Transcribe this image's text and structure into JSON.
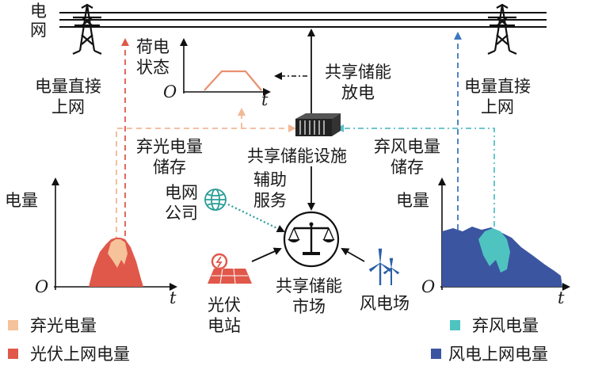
{
  "grid_label": "电\n网",
  "grid_label_chars": [
    "电",
    "网"
  ],
  "load_state": {
    "title_lines": [
      "荷电",
      "状态"
    ],
    "origin": "O",
    "t_label": "t"
  },
  "shared_discharge_lines": [
    "共享储能",
    "放电"
  ],
  "pv_direct_lines": [
    "电量直接",
    "上网"
  ],
  "wind_direct_lines": [
    "电量直接",
    "上网"
  ],
  "pv_curtailed_store_lines": [
    "弃光电量",
    "储存"
  ],
  "wind_curtailed_store_lines": [
    "弃风电量",
    "储存"
  ],
  "facility_label": "共享储能设施",
  "grid_company_lines": [
    "电网",
    "公司"
  ],
  "ancillary_lines": [
    "辅助",
    "服务"
  ],
  "market_lines": [
    "共享储能",
    "市场"
  ],
  "pv_station_lines": [
    "光伏",
    "电站"
  ],
  "wind_farm_label": "风电场",
  "pv_chart": {
    "ylabel": "电量",
    "origin": "O",
    "xlabel": "t"
  },
  "wind_chart": {
    "ylabel": "电量",
    "origin": "O",
    "xlabel": "t"
  },
  "legend": {
    "pv_curtailed": "弃光电量",
    "pv_grid": "光伏上网电量",
    "wind_curtailed": "弃风电量",
    "wind_grid": "风电上网电量"
  },
  "colors": {
    "pv_curtailed": "#f5c29a",
    "pv_grid": "#e0584a",
    "wind_curtailed": "#4fc3c0",
    "wind_grid": "#3b55a0",
    "pv_arrow": "#f2b896",
    "wind_arrow": "#5bbfc6",
    "soc_line": "#e89070"
  },
  "icons": [
    "transmission-tower-icon",
    "energy-storage-icon",
    "globe-icon",
    "scales-icon",
    "solar-panel-icon",
    "wind-turbine-icon"
  ]
}
